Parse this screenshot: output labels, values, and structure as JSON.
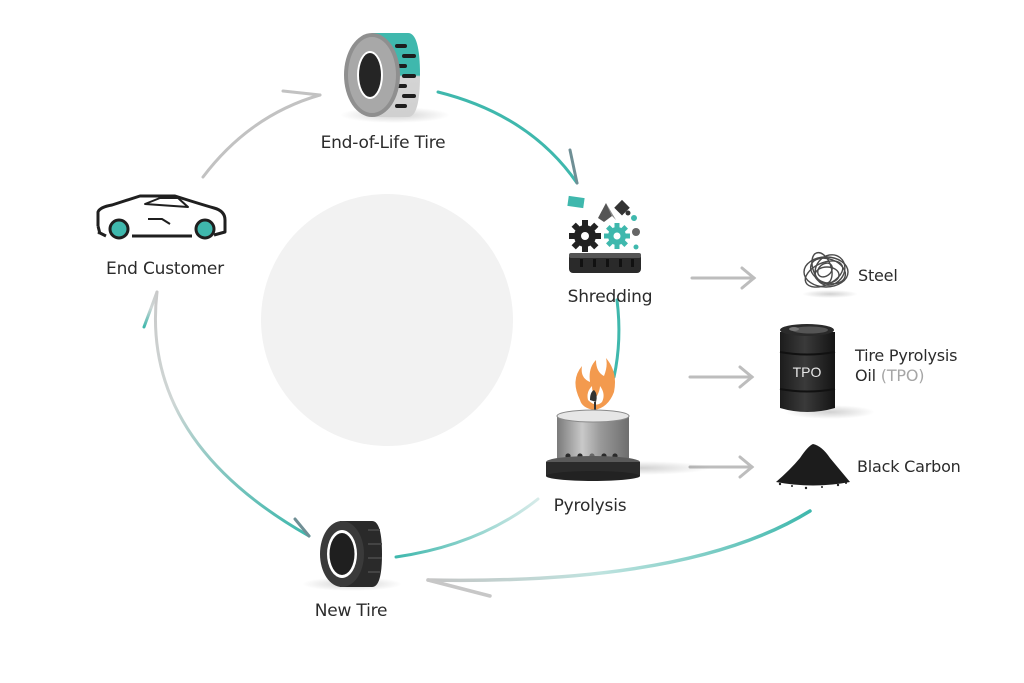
{
  "title": "Tire Recycling Circular Economy",
  "colors": {
    "accent_teal": "#3fb8ad",
    "arrow_gray": "#bdbdbd",
    "dark": "#2b2b2b",
    "flame": "#f39a4e",
    "center_circle": "#f2f2f2"
  },
  "cycle_nodes": [
    {
      "id": "end-of-life-tire",
      "label": "End-of-Life Tire",
      "icon": "tire-teal-icon"
    },
    {
      "id": "shredding",
      "label": "Shredding",
      "icon": "shredder-gears-icon"
    },
    {
      "id": "pyrolysis",
      "label": "Pyrolysis",
      "icon": "pyrolysis-burner-icon"
    },
    {
      "id": "new-tire",
      "label": "New Tire",
      "icon": "new-tire-icon"
    },
    {
      "id": "end-customer",
      "label": "End Customer",
      "icon": "car-icon"
    }
  ],
  "outputs": [
    {
      "id": "steel",
      "label": "Steel",
      "icon": "steel-wire-icon"
    },
    {
      "id": "tpo",
      "label_line1": "Tire Pyrolysis",
      "label_line2_main": "Oil",
      "label_line2_muted": "(TPO)",
      "barrel_text": "TPO",
      "icon": "oil-barrel-icon"
    },
    {
      "id": "black-carbon",
      "label": "Black Carbon",
      "icon": "carbon-pile-icon"
    }
  ]
}
